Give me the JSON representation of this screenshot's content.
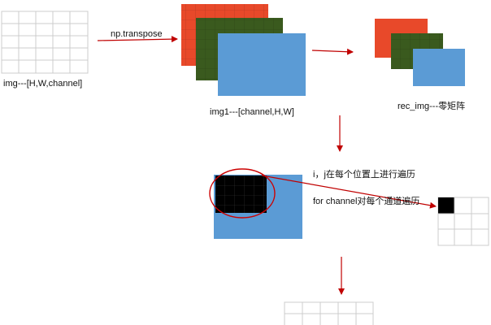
{
  "labels": {
    "img": "img---[H,W,channel]",
    "transpose": "np.transpose",
    "img1": "img1---[channel,H,W]",
    "rec_img": "rec_img---零矩阵",
    "loop_ij": "i，j在每个位置上进行遍历",
    "loop_channel": "for channel对每个通道遍历"
  },
  "colors": {
    "channel_red": "#e8492a",
    "channel_green": "#3a5a1e",
    "channel_blue": "#5b9bd5",
    "arrow": "#c00000",
    "grid_line": "#cccccc",
    "window_fill": "#000000",
    "highlight_circle": "#cc0000"
  },
  "icons": {
    "arrow": "arrow-right-icon",
    "arrow_down": "arrow-down-icon"
  }
}
